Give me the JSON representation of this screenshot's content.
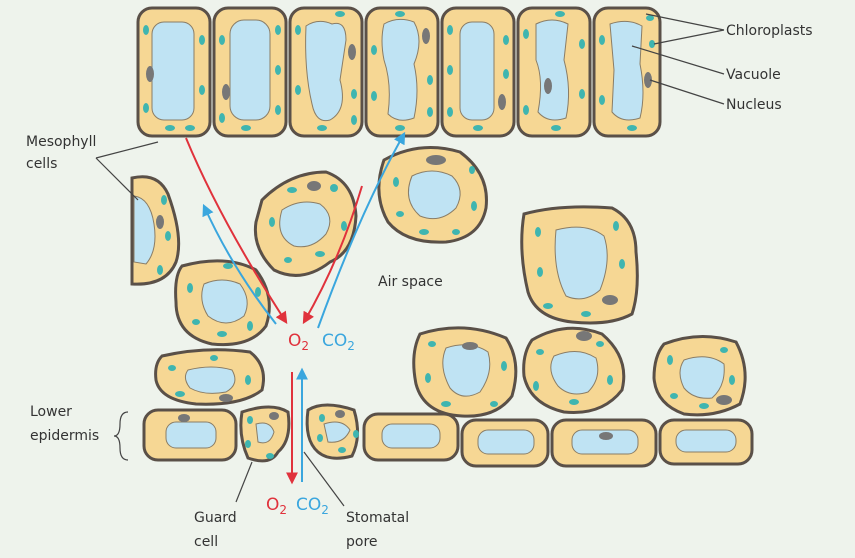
{
  "colors": {
    "background": "#eef3ec",
    "cell_fill": "#f6d794",
    "cell_wall": "#5a5048",
    "vacuole": "#bfe3f3",
    "chloroplast": "#3fb5b0",
    "nucleus": "#777777",
    "oxygen": "#e0323c",
    "carbon_dioxide": "#3aa6de"
  },
  "labels": {
    "chloroplasts": "Chloroplasts",
    "vacuole": "Vacuole",
    "nucleus": "Nucleus",
    "mesophyll_line1": "Mesophyll",
    "mesophyll_line2": "cells",
    "air_space": "Air space",
    "lower_line1": "Lower",
    "lower_line2": "epidermis",
    "guard_line1": "Guard",
    "guard_line2": "cell",
    "stomatal_line1": "Stomatal",
    "stomatal_line2": "pore"
  },
  "gases": {
    "o2_base": "O",
    "co2_base": "CO",
    "subscript": "2"
  }
}
